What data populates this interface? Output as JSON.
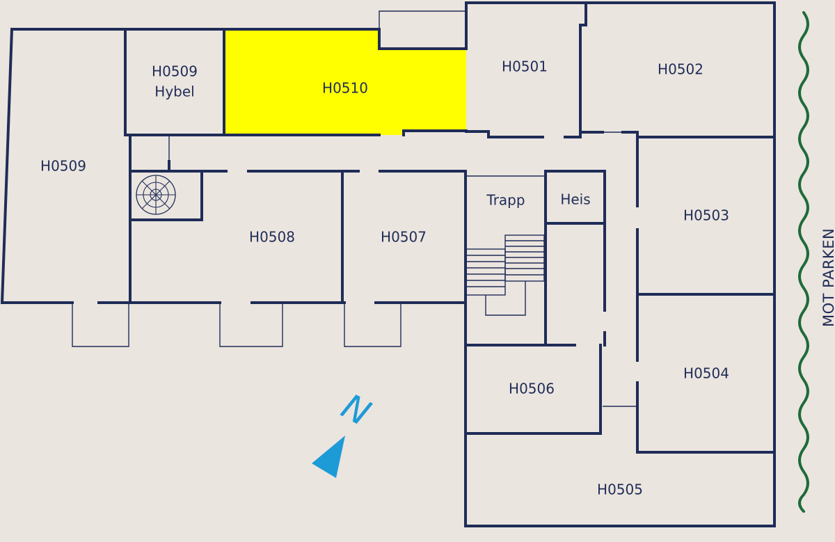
{
  "rooms": {
    "h0509_hybel": {
      "line1": "H0509",
      "line2": "Hybel"
    },
    "h0510": "H0510",
    "h0501": "H0501",
    "h0502": "H0502",
    "h0509": "H0509",
    "trapp": "Trapp",
    "heis": "Heis",
    "h0503": "H0503",
    "h0508": "H0508",
    "h0507": "H0507",
    "h0504": "H0504",
    "h0506": "H0506",
    "h0505": "H0505"
  },
  "side_label": "MOT PARKEN",
  "north": {
    "letter": "N",
    "icon": "north-arrow-icon"
  },
  "highlighted_room": "H0510",
  "colors": {
    "wall": "#1f2c57",
    "background": "#ebe5df",
    "highlight": "#ffff00",
    "north_arrow": "#1d9bd7",
    "wave": "#1e6b3a"
  }
}
